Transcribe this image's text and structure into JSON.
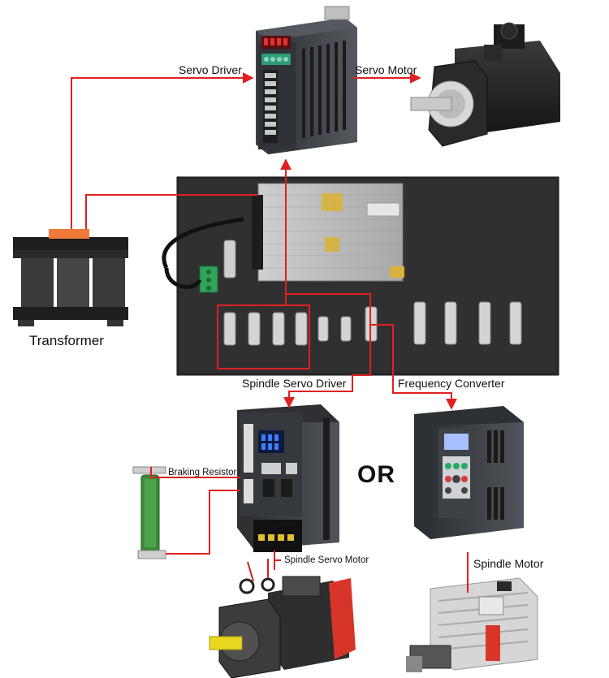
{
  "labels": {
    "servo_driver": "Servo Driver",
    "servo_motor": "Servo Motor",
    "transformer": "Transformer",
    "spindle_servo_driver": "Spindle Servo Driver",
    "frequency_converter": "Frequency Converter",
    "braking_resistor": "Braking Resistor",
    "or": "OR",
    "spindle_servo_motor": "Spindle Servo Motor",
    "spindle_motor": "Spindle Motor"
  },
  "colors": {
    "wire": "#e02020",
    "panel": "#2b2b2b",
    "device_dark": "#3a3d42",
    "resistor": "#3a8a3a",
    "motor_yellow": "#e8d820",
    "motor_red": "#d8352a",
    "background": "#ffffff"
  }
}
